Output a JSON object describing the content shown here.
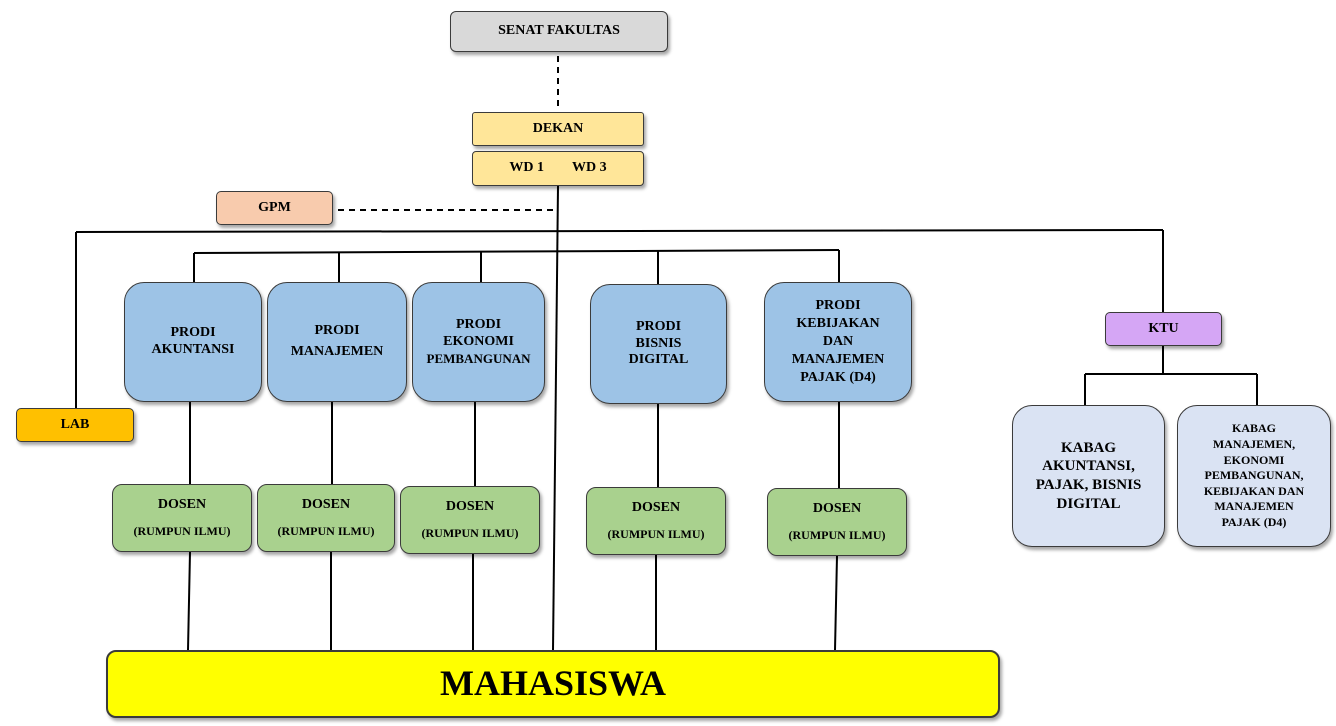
{
  "senat": "SENAT FAKULTAS",
  "dekan": "DEKAN",
  "wd": [
    "WD 1",
    "WD 3"
  ],
  "gpm": "GPM",
  "lab": "LAB",
  "ktu": "KTU",
  "prodi": [
    [
      "PRODI",
      "AKUNTANSI"
    ],
    [
      "PRODI",
      "MANAJEMEN"
    ],
    [
      "PRODI",
      "EKONOMI",
      "PEMBANGUNAN"
    ],
    [
      "PRODI",
      "BISNIS",
      "DIGITAL"
    ],
    [
      "PRODI",
      "KEBIJAKAN",
      "DAN",
      "MANAJEMEN",
      "PAJAK (D4)"
    ]
  ],
  "dosen": {
    "title": "DOSEN",
    "subtitle": "(RUMPUN ILMU)"
  },
  "kabag": [
    [
      "KABAG",
      "AKUNTANSI,",
      "PAJAK, BISNIS",
      "DIGITAL"
    ],
    [
      "KABAG",
      "MANAJEMEN,",
      "EKONOMI",
      "PEMBANGUNAN,",
      "KEBIJAKAN DAN",
      "MANAJEMEN",
      "PAJAK (D4)"
    ]
  ],
  "mahasiswa": "MAHASISWA"
}
